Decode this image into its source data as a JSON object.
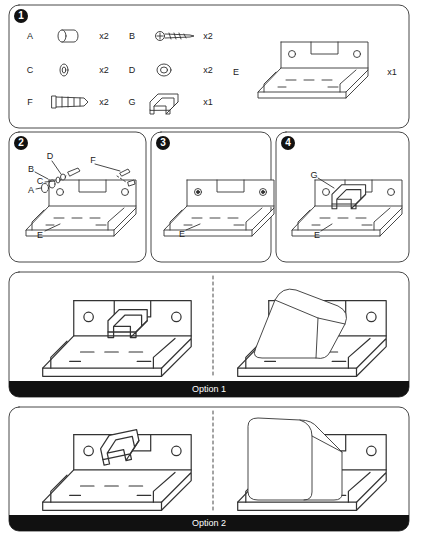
{
  "diagram": {
    "nodes": [
      {
        "text": [
          "1"
        ]
      },
      {
        "text": [
          "2"
        ]
      },
      {
        "text": [
          "3"
        ]
      },
      {
        "text": [
          "4"
        ]
      },
      {
        "text": [
          "Option 1"
        ]
      },
      {
        "text": [
          "Option 2"
        ]
      }
    ],
    "labels": [
      "A",
      "x2",
      "B",
      "x2",
      "C",
      "x2",
      "D",
      "x2",
      "E",
      "x1",
      "F",
      "x2",
      "G",
      "x1",
      "D",
      "F",
      "B",
      "C",
      "A",
      "E",
      "E",
      "G",
      "E"
    ]
  }
}
